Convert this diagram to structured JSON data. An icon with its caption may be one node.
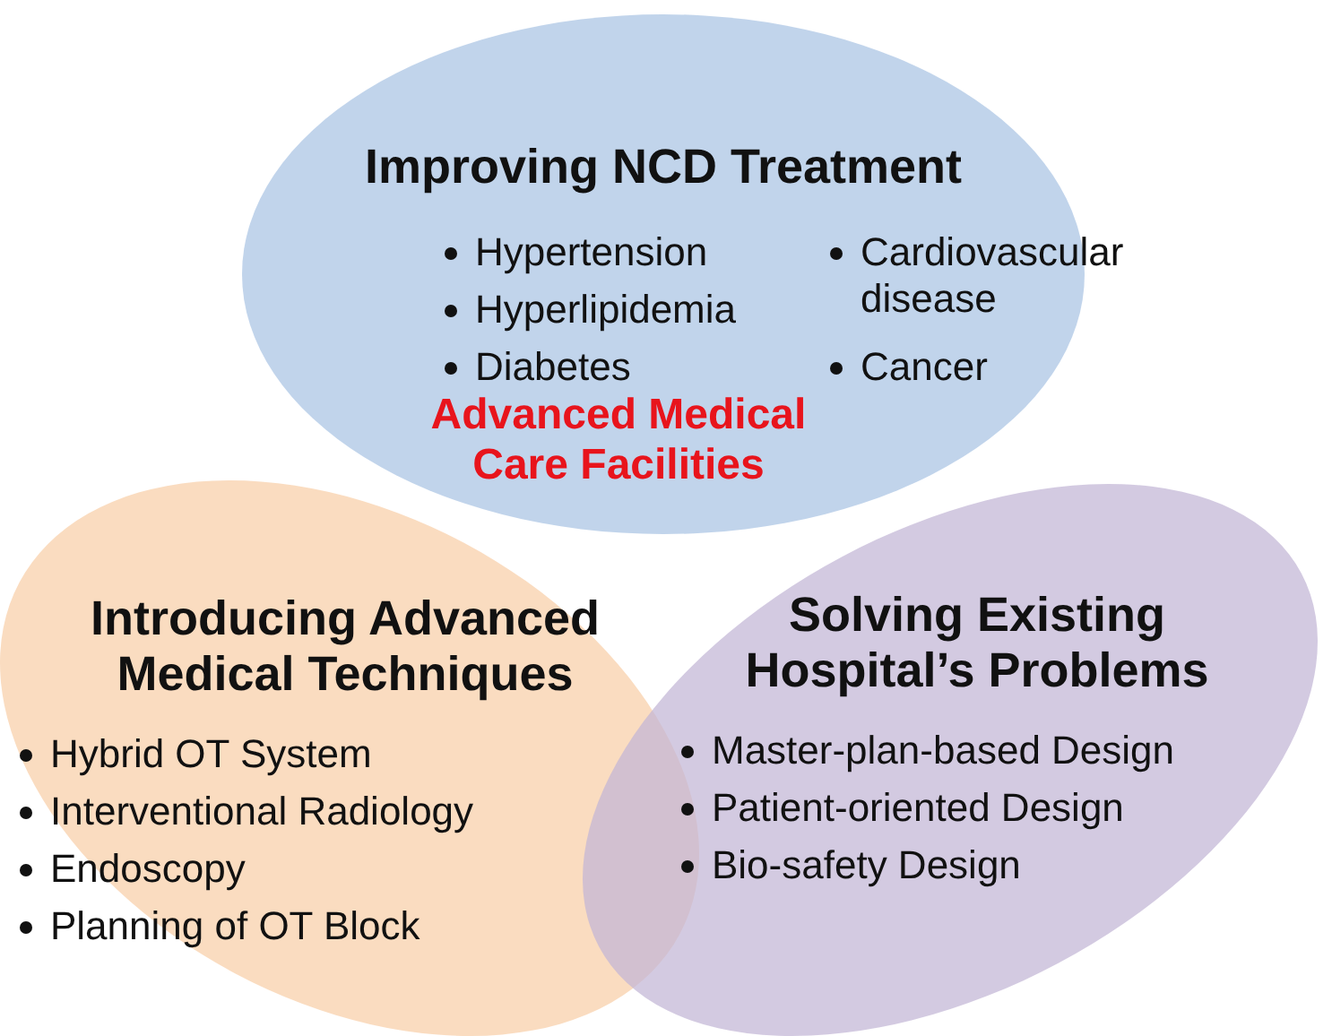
{
  "diagram": {
    "nodes": [
      {
        "text": [
          "Improving NCD Treatment",
          "Hypertension",
          "Hyperlipidemia",
          "Diabetes",
          "Cardiovascular disease",
          "Cancer"
        ]
      },
      {
        "text": [
          "Introducing Advanced Medical Techniques",
          "Hybrid OT System",
          "Interventional Radiology",
          "Endoscopy",
          "Planning of OT Block"
        ]
      },
      {
        "text": [
          "Solving Existing Hospital’s Problems",
          "Master-plan-based Design",
          "Patient-oriented Design",
          "Bio-safety Design"
        ]
      }
    ],
    "labels": [
      "Advanced Medical Care Facilities"
    ]
  }
}
